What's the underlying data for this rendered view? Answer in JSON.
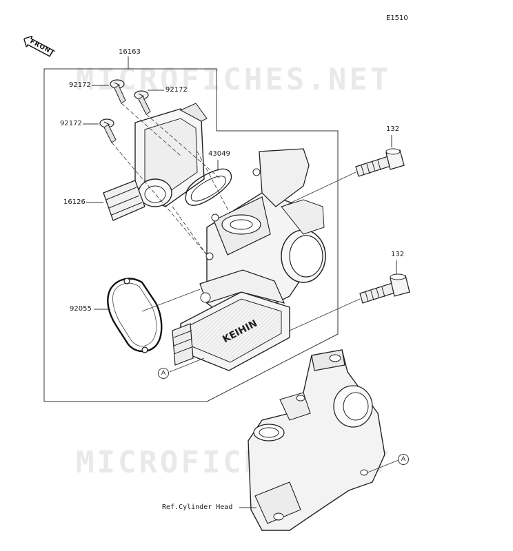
{
  "diagram_code": "E1510",
  "front_tag": "FRONT",
  "watermarks": [
    "MICROFICHES.NET",
    "MICROFICHES.NET"
  ],
  "parts": {
    "p16163": "16163",
    "p92172_a": "92172",
    "p92172_b": "92172",
    "p92172_c": "92172",
    "p43049": "43049",
    "p16126": "16126",
    "p92055": "92055",
    "p132_a": "132",
    "p132_b": "132"
  },
  "callouts": {
    "a_left": "A",
    "a_right": "A"
  },
  "ref_label": "Ref.Cylinder Head",
  "keihin_logo": "KEIHIN"
}
